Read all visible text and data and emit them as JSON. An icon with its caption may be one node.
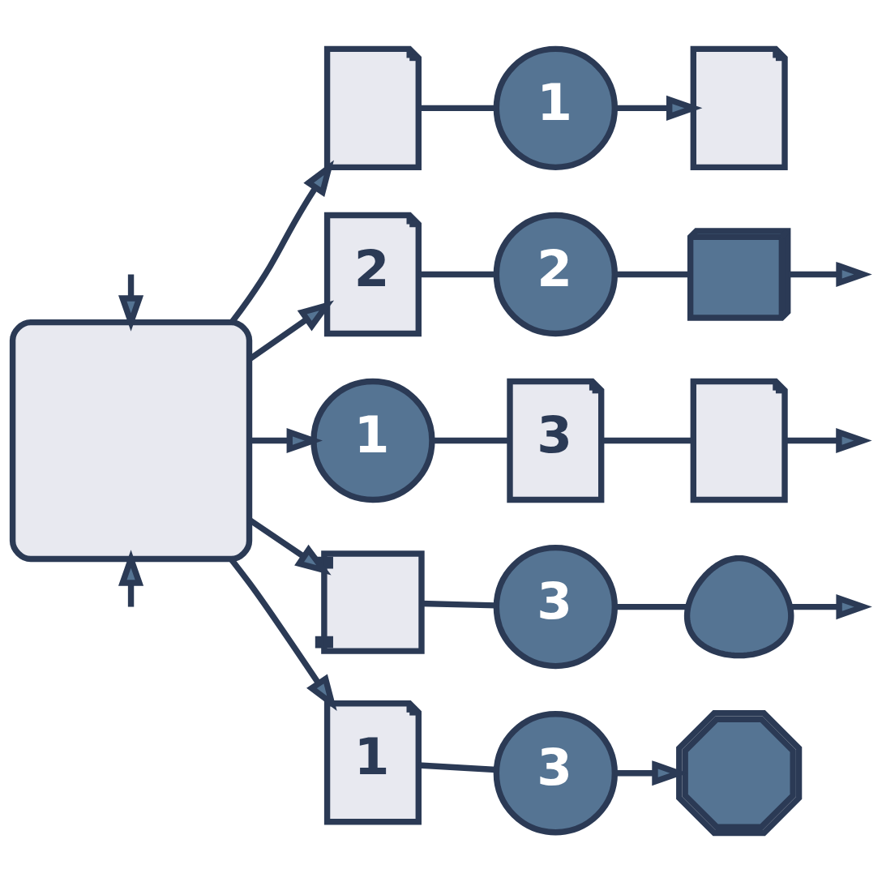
{
  "diagram": {
    "nodes": [
      {
        "text": [],
        "shape": "box"
      },
      {
        "text": [],
        "shape": "document"
      },
      {
        "text": [
          "1"
        ]
      },
      {
        "text": [],
        "shape": "document"
      },
      {
        "text": [
          "2"
        ]
      },
      {
        "text": [
          "2"
        ]
      },
      {
        "text": [],
        "shape": "picture"
      },
      {
        "text": [
          "1"
        ]
      },
      {
        "text": [
          "3"
        ]
      },
      {
        "text": [],
        "shape": "document"
      },
      {
        "text": [],
        "shape": "picture"
      },
      {
        "text": [
          "3"
        ]
      },
      {
        "text": [],
        "shape": "person"
      },
      {
        "text": [
          "1"
        ]
      },
      {
        "text": [
          "3"
        ]
      },
      {
        "text": [],
        "shape": "picture"
      }
    ],
    "edges": [
      {
        "from": null,
        "to": 0,
        "arrow": "to"
      },
      {
        "from": null,
        "to": 0,
        "arrow": "to"
      },
      {
        "from": 0,
        "to": 1,
        "arrow": "to"
      },
      {
        "from": 1,
        "to": 2,
        "arrow": "none"
      },
      {
        "from": 2,
        "to": 3,
        "arrow": "to"
      },
      {
        "from": 0,
        "to": 4,
        "arrow": "to"
      },
      {
        "from": 4,
        "to": 5,
        "arrow": "none"
      },
      {
        "from": 5,
        "to": 6,
        "arrow": "none"
      },
      {
        "from": 6,
        "to": null,
        "arrow": "to"
      },
      {
        "from": 0,
        "to": 7,
        "arrow": "to"
      },
      {
        "from": 7,
        "to": 8,
        "arrow": "none"
      },
      {
        "from": 8,
        "to": 9,
        "arrow": "none"
      },
      {
        "from": 9,
        "to": null,
        "arrow": "to"
      },
      {
        "from": 0,
        "to": 10,
        "arrow": "to"
      },
      {
        "from": 10,
        "to": 11,
        "arrow": "none"
      },
      {
        "from": 11,
        "to": 12,
        "arrow": "none"
      },
      {
        "from": 12,
        "to": null,
        "arrow": "to"
      },
      {
        "from": 0,
        "to": 13,
        "arrow": "to"
      },
      {
        "from": 13,
        "to": 14,
        "arrow": "none"
      },
      {
        "from": 14,
        "to": 15,
        "arrow": "to"
      }
    ]
  }
}
